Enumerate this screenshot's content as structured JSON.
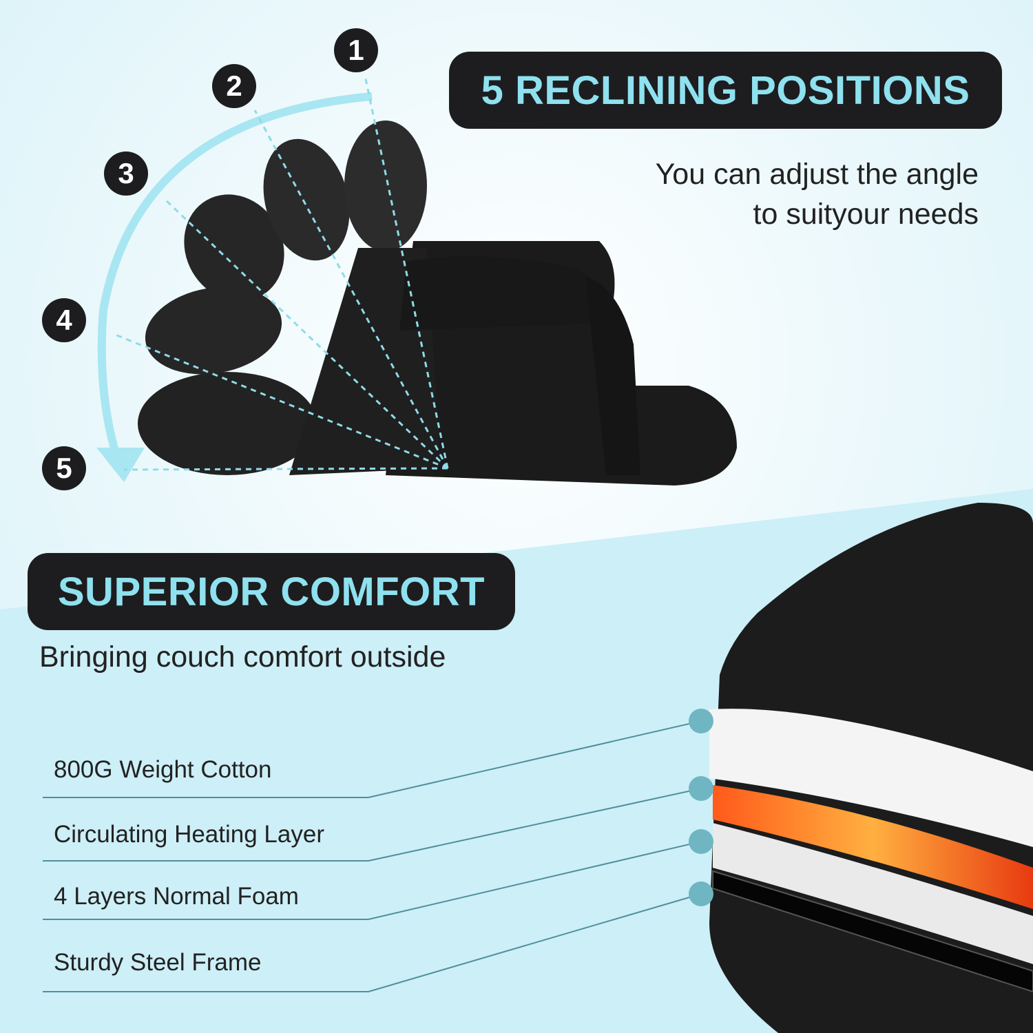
{
  "recline": {
    "title": "5 RECLINING POSITIONS",
    "subtitle_line1": "You can adjust the angle",
    "subtitle_line2": "to suityour needs",
    "positions": [
      "1",
      "2",
      "3",
      "4",
      "5"
    ]
  },
  "comfort": {
    "title": "SUPERIOR COMFORT",
    "subtitle": "Bringing couch comfort outside",
    "layers": [
      "800G Weight Cotton",
      "Circulating Heating Layer",
      "4 Layers Normal Foam",
      "Sturdy Steel Frame"
    ]
  },
  "colors": {
    "accent": "#8fe1ef",
    "pill": "#1d1d1f",
    "dot": "#6fb6c2"
  }
}
